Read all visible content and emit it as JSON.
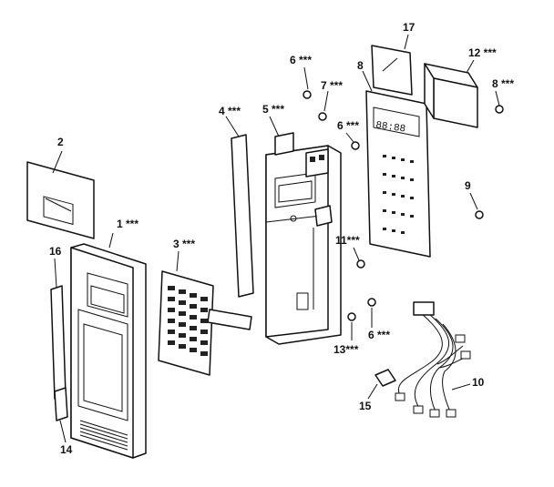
{
  "callouts": [
    {
      "id": "c2",
      "text": "2"
    },
    {
      "id": "c1",
      "text": "1 ***"
    },
    {
      "id": "c3",
      "text": "3 ***"
    },
    {
      "id": "c4",
      "text": "4 ***"
    },
    {
      "id": "c5",
      "text": "5 ***"
    },
    {
      "id": "c6a",
      "text": "6 ***"
    },
    {
      "id": "c7",
      "text": "7 ***"
    },
    {
      "id": "c6b",
      "text": "6 ***"
    },
    {
      "id": "c8a",
      "text": "8"
    },
    {
      "id": "c17",
      "text": "17"
    },
    {
      "id": "c12",
      "text": "12 ***"
    },
    {
      "id": "c8b",
      "text": "8 ***"
    },
    {
      "id": "c9",
      "text": "9"
    },
    {
      "id": "c11",
      "text": "11***"
    },
    {
      "id": "c6c",
      "text": "6 ***"
    },
    {
      "id": "c13",
      "text": "13***"
    },
    {
      "id": "c10",
      "text": "10"
    },
    {
      "id": "c15",
      "text": "15"
    },
    {
      "id": "c16",
      "text": "16"
    },
    {
      "id": "c14",
      "text": "14"
    }
  ],
  "display_readout": "88:88"
}
